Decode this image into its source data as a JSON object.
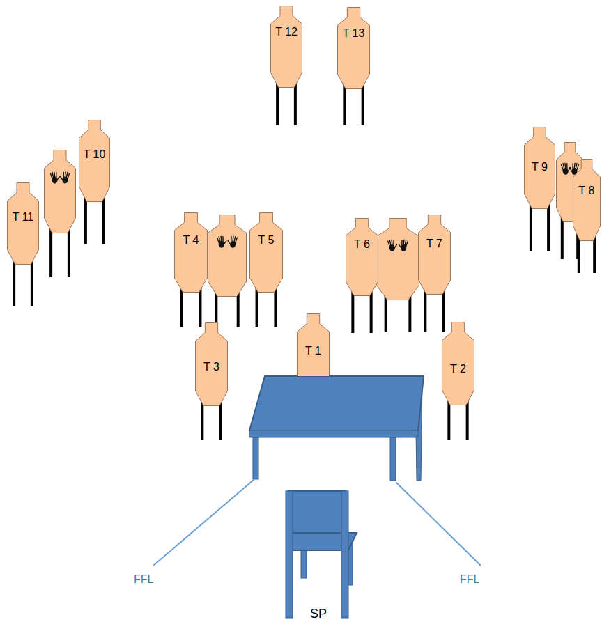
{
  "diagram": {
    "nodes": [
      {
        "text": [
          "T 12"
        ]
      },
      {
        "text": [
          "T 13"
        ]
      },
      {
        "text": [
          "T 10"
        ]
      },
      {
        "text": [
          "T 9"
        ]
      },
      {
        "text": [
          "T 8"
        ]
      },
      {
        "text": [
          "T 11"
        ]
      },
      {
        "text": [
          "T 4"
        ]
      },
      {
        "text": [
          "T 5"
        ]
      },
      {
        "text": [
          "T 6"
        ]
      },
      {
        "text": [
          "T 7"
        ]
      },
      {
        "text": [
          "T 1"
        ]
      },
      {
        "text": [
          "T 3"
        ]
      },
      {
        "text": [
          "T 2"
        ]
      }
    ],
    "labels": [
      "FFL",
      "FFL",
      "SP"
    ]
  }
}
